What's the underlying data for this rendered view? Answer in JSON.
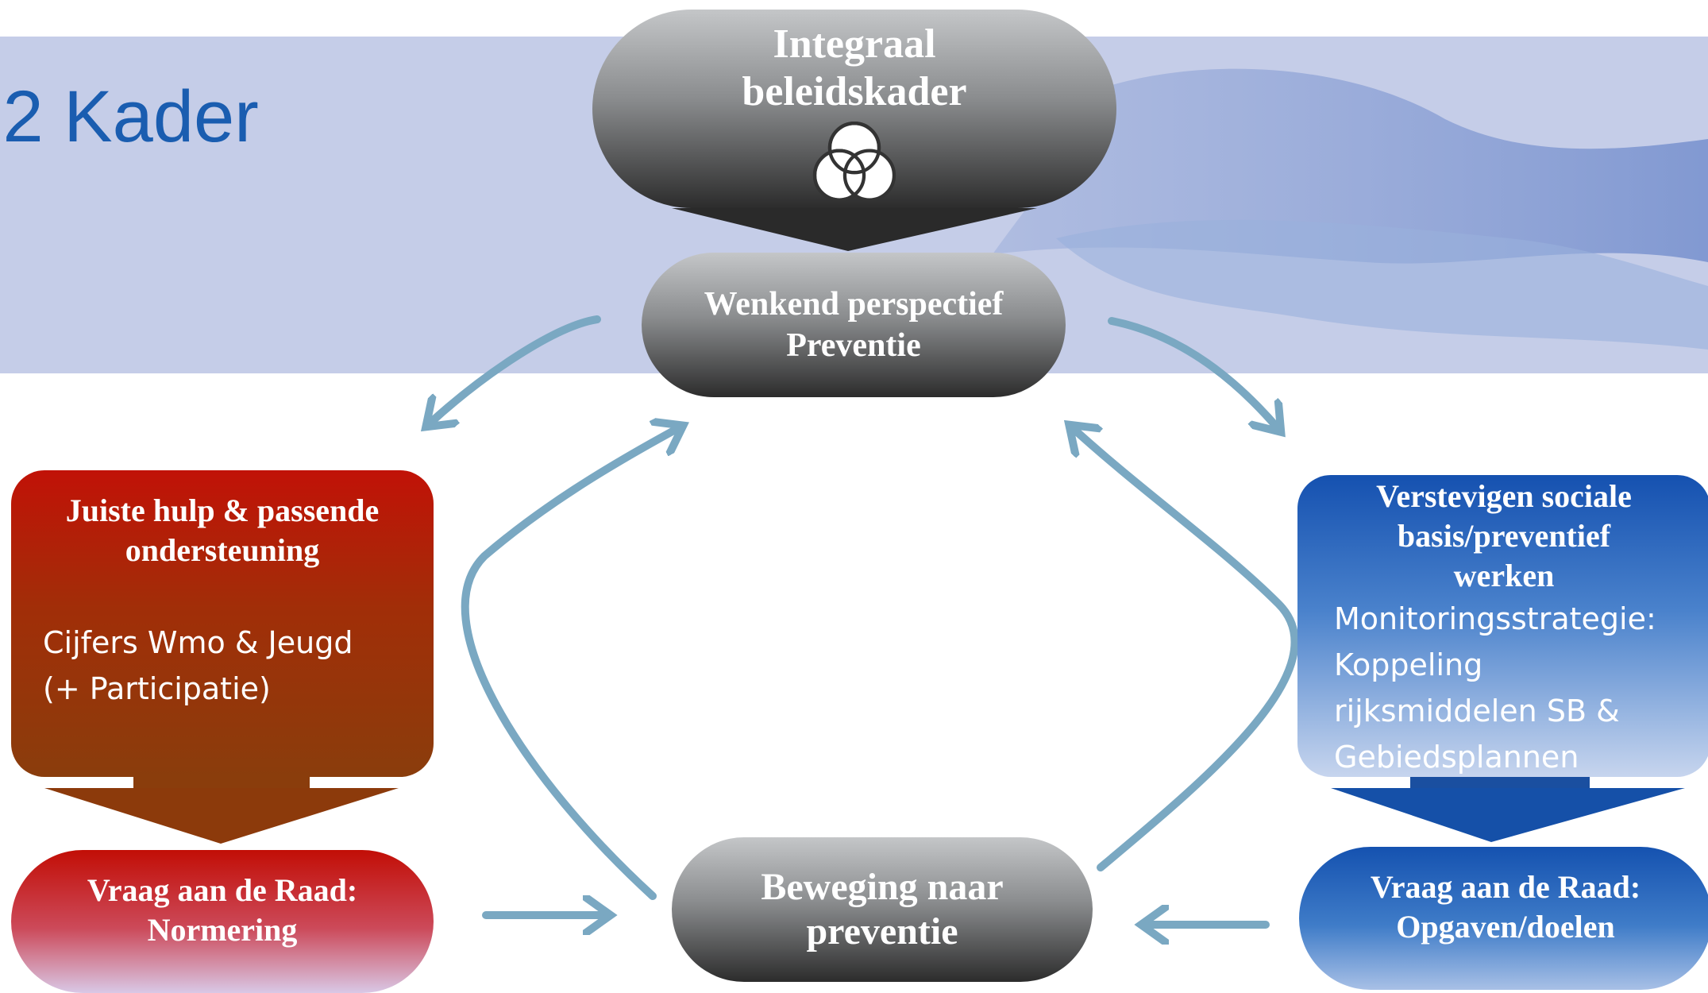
{
  "slide_title": ".2 Kader",
  "top_node": {
    "line1": "Integraal",
    "line2": "beleidskader",
    "icon": "three-circles-icon"
  },
  "middle_node": {
    "line1": "Wenkend perspectief",
    "line2": "Preventie"
  },
  "bottom_node": {
    "line1": "Beweging naar",
    "line2": "preventie"
  },
  "left_box": {
    "title_line1": "Juiste hulp & passende",
    "title_line2": "ondersteuning",
    "body_line1": "Cijfers Wmo & Jeugd",
    "body_line2": "(+ Participatie)"
  },
  "right_box": {
    "title_line1": "Verstevigen sociale",
    "title_line2": "basis/preventief",
    "title_line3": "werken",
    "body_line1": "Monitoringsstrategie:",
    "body_line2": "Koppeling",
    "body_line3": "rijksmiddelen SB &",
    "body_line4": "Gebiedsplannen"
  },
  "left_pill": {
    "line1": "Vraag aan de Raad:",
    "line2": "Normering"
  },
  "right_pill": {
    "line1": "Vraag aan de Raad:",
    "line2": "Opgaven/doelen"
  },
  "colors": {
    "band": "#c5cde8",
    "title": "#1a5db0",
    "arrow": "#7aa8c2",
    "red": "#c11207",
    "blue": "#1551b0"
  }
}
